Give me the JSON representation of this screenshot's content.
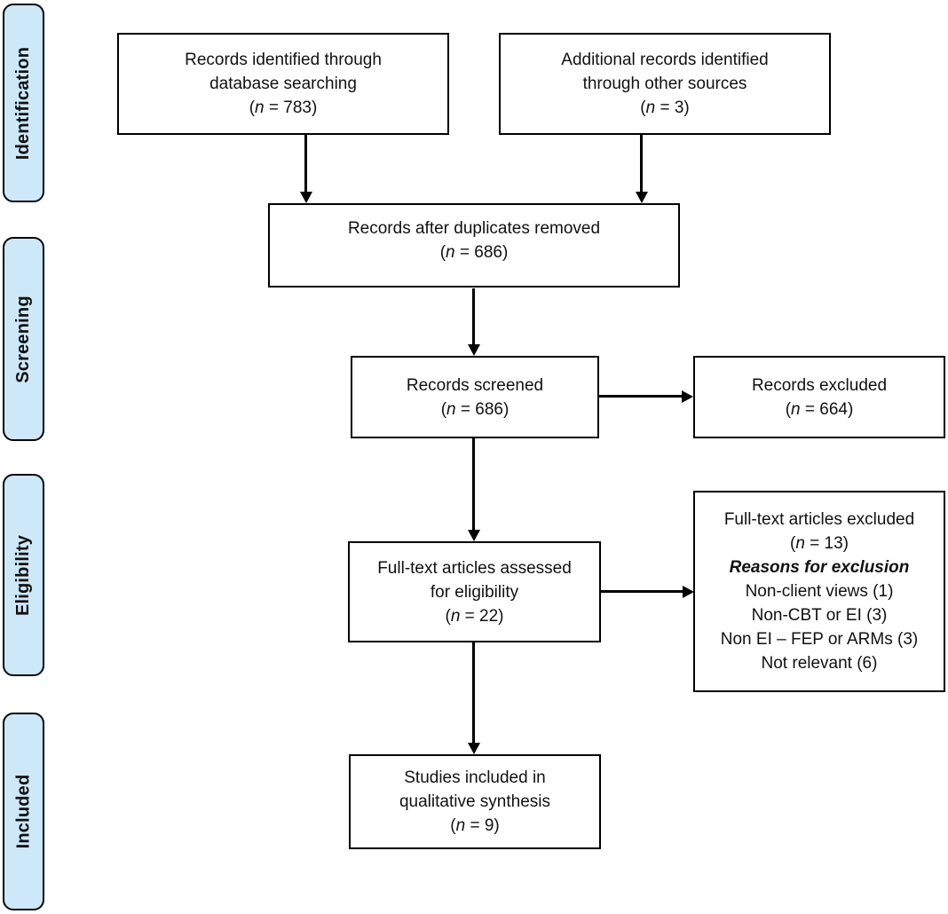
{
  "diagram": {
    "title": "PRISMA study selection flow diagram",
    "colors": {
      "stage_fill": "#CDE8F9",
      "border": "#000000",
      "text": "#111111",
      "background": "#ffffff"
    },
    "stages": [
      {
        "label": "Identification"
      },
      {
        "label": "Screening"
      },
      {
        "label": "Eligibility"
      },
      {
        "label": "Included"
      }
    ],
    "boxes": {
      "identified_db": {
        "lines": [
          "Records identified through",
          "database searching"
        ],
        "n_open": "(",
        "n_italic": "n",
        "n_rest": " = 783)"
      },
      "identified_other": {
        "lines": [
          "Additional records identified",
          "through other sources"
        ],
        "n_open": "(",
        "n_italic": "n",
        "n_rest": " = 3)"
      },
      "after_duplicates": {
        "lines": [
          "Records after duplicates removed"
        ],
        "n_open": "(",
        "n_italic": "n",
        "n_rest": " = 686)"
      },
      "screened": {
        "lines": [
          "Records screened"
        ],
        "n_open": "(",
        "n_italic": "n",
        "n_rest": " = 686)"
      },
      "records_excluded": {
        "lines": [
          "Records excluded"
        ],
        "n_open": "(",
        "n_italic": "n",
        "n_rest": " = 664)"
      },
      "fulltext_assessed": {
        "lines": [
          "Full-text articles assessed",
          "for eligibility"
        ],
        "n_open": "(",
        "n_italic": "n",
        "n_rest": " = 22)"
      },
      "fulltext_excluded": {
        "lines": [
          "Full-text articles excluded"
        ],
        "n_open": "(",
        "n_italic": "n",
        "n_rest": " = 13)",
        "reasons_heading": "Reasons for exclusion",
        "reasons": [
          "Non-client views (1)",
          "Non-CBT or EI (3)",
          "Non EI – FEP or ARMs (3)",
          "Not relevant (6)"
        ]
      },
      "included_qualitative": {
        "lines": [
          "Studies included in",
          "qualitative synthesis"
        ],
        "n_open": "(",
        "n_italic": "n",
        "n_rest": " = 9)"
      }
    }
  }
}
